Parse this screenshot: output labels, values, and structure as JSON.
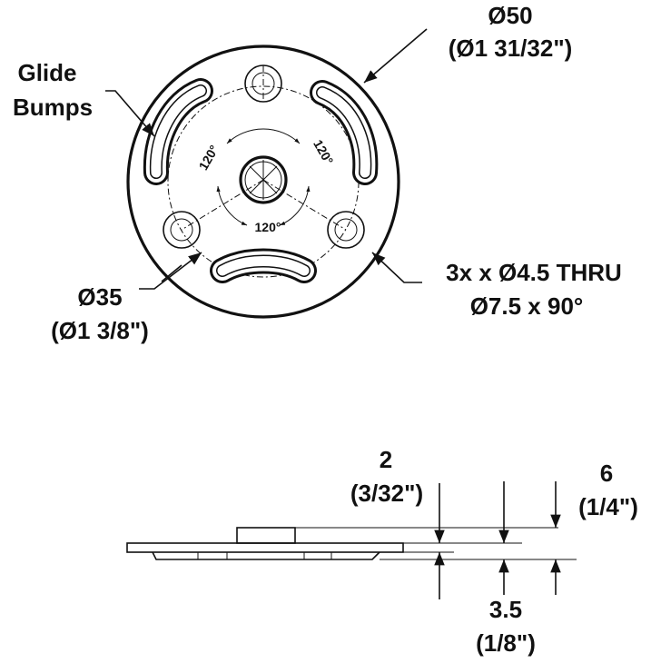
{
  "top_view": {
    "outer_diameter": "Ø50",
    "outer_diameter_in": "(Ø1 31/32\")",
    "glide_label_1": "Glide",
    "glide_label_2": "Bumps",
    "bolt_circle": "Ø35",
    "bolt_circle_in": "(Ø1 3/8\")",
    "holes_1": "3x x Ø4.5 THRU",
    "holes_2": "Ø7.5 x 90°",
    "angle": "120°"
  },
  "side_view": {
    "dim_a": "2",
    "dim_a_in": "(3/32\")",
    "dim_b": "6",
    "dim_b_in": "(1/4\")",
    "dim_c": "3.5",
    "dim_c_in": "(1/8\")"
  }
}
